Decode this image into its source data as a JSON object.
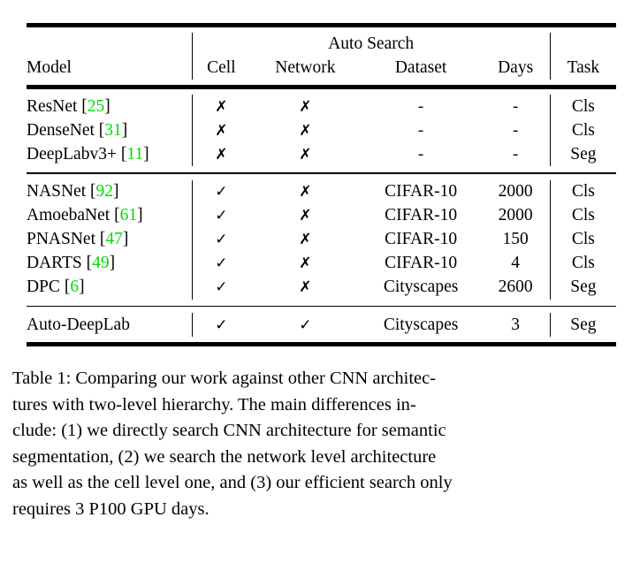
{
  "document": {
    "background_color": "#ffffff",
    "text_color": "#000000",
    "citation_color": "#00dd00"
  },
  "table": {
    "group_header": "Auto Search",
    "columns": [
      {
        "key": "model",
        "label": "Model"
      },
      {
        "key": "cell",
        "label": "Cell"
      },
      {
        "key": "network",
        "label": "Network"
      },
      {
        "key": "dataset",
        "label": "Dataset"
      },
      {
        "key": "days",
        "label": "Days"
      },
      {
        "key": "task",
        "label": "Task"
      }
    ],
    "marks": {
      "check": "✓",
      "cross": "✗",
      "none": "-"
    },
    "sections": [
      {
        "rows": [
          {
            "model": "ResNet",
            "ref": "25",
            "cell": "✗",
            "network": "✗",
            "dataset": "-",
            "days": "-",
            "task": "Cls"
          },
          {
            "model": "DenseNet",
            "ref": "31",
            "cell": "✗",
            "network": "✗",
            "dataset": "-",
            "days": "-",
            "task": "Cls"
          },
          {
            "model": "DeepLabv3+",
            "ref": "11",
            "cell": "✗",
            "network": "✗",
            "dataset": "-",
            "days": "-",
            "task": "Seg"
          }
        ]
      },
      {
        "rows": [
          {
            "model": "NASNet",
            "ref": "92",
            "cell": "✓",
            "network": "✗",
            "dataset": "CIFAR-10",
            "days": "2000",
            "task": "Cls"
          },
          {
            "model": "AmoebaNet",
            "ref": "61",
            "cell": "✓",
            "network": "✗",
            "dataset": "CIFAR-10",
            "days": "2000",
            "task": "Cls"
          },
          {
            "model": "PNASNet",
            "ref": "47",
            "cell": "✓",
            "network": "✗",
            "dataset": "CIFAR-10",
            "days": "150",
            "task": "Cls"
          },
          {
            "model": "DARTS",
            "ref": "49",
            "cell": "✓",
            "network": "✗",
            "dataset": "CIFAR-10",
            "days": "4",
            "task": "Cls"
          },
          {
            "model": "DPC",
            "ref": "6",
            "cell": "✓",
            "network": "✗",
            "dataset": "Cityscapes",
            "days": "2600",
            "task": "Seg"
          }
        ]
      },
      {
        "rows": [
          {
            "model": "Auto-DeepLab",
            "ref": "",
            "cell": "✓",
            "network": "✓",
            "dataset": "Cityscapes",
            "days": "3",
            "task": "Seg"
          }
        ]
      }
    ]
  },
  "caption": {
    "lines": [
      "Table 1: Comparing our work against other CNN architec-",
      "tures with two-level hierarchy.  The main differences in-",
      "clude: (1) we directly search CNN architecture for semantic",
      "segmentation, (2) we search the network level architecture",
      "as well as the cell level one, and (3) our efficient search only",
      "requires 3 P100 GPU days."
    ],
    "full_text": "Table 1: Comparing our work against other CNN architectures with two-level hierarchy. The main differences include: (1) we directly search CNN architecture for semantic segmentation, (2) we search the network level architecture as well as the cell level one, and (3) our efficient search only requires 3 P100 GPU days."
  }
}
